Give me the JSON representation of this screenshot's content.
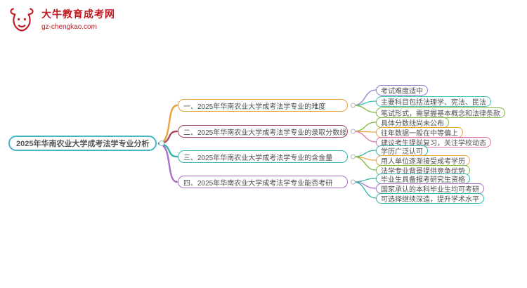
{
  "logo": {
    "title": "大牛教育成考网",
    "url": "gz-chengkao.com",
    "brand_color": "#c01920"
  },
  "root": {
    "label": "2025年华南农业大学成考法学专业分析",
    "color": "#45b6c4"
  },
  "branches": [
    {
      "label": "一、2025年华南农业大学成考法学专业的难度",
      "color": "#e8a23d",
      "items": [
        {
          "text": "考试难度适中",
          "color": "#8f7ad1"
        },
        {
          "text": "主要科目包括法理学、宪法、民法",
          "color": "#3fbfb0"
        },
        {
          "text": "笔试形式，需掌握基本概念和法律条款",
          "color": "#7cb93e"
        }
      ]
    },
    {
      "label": "二、2025年华南农业大学成考法学专业的录取分数线",
      "color": "#a84a5e",
      "items": [
        {
          "text": "具体分数线尚未公布",
          "color": "#7cb93e"
        },
        {
          "text": "往年数据一般在中等偏上",
          "color": "#e8a23d"
        },
        {
          "text": "建议考生提前复习，关注学校动态",
          "color": "#e070a8"
        }
      ]
    },
    {
      "label": "三、2025年华南农业大学成考法学专业的含金量",
      "color": "#2fb5a5",
      "items": [
        {
          "text": "学历广泛认可",
          "color": "#2fb5a5"
        },
        {
          "text": "用人单位逐渐接受成考学历",
          "color": "#e8a23d"
        },
        {
          "text": "法学专业背景提供竞争优势",
          "color": "#7cb93e"
        }
      ]
    },
    {
      "label": "四、2025年华南农业大学成考法学专业能否考研",
      "color": "#a86fc9",
      "items": [
        {
          "text": "毕业生具备报考研究生资格",
          "color": "#2fb5a5"
        },
        {
          "text": "国家承认的本科毕业生均可考研",
          "color": "#a86fc9"
        },
        {
          "text": "可选择继续深造，提升学术水平",
          "color": "#2fb5a5"
        }
      ]
    }
  ]
}
